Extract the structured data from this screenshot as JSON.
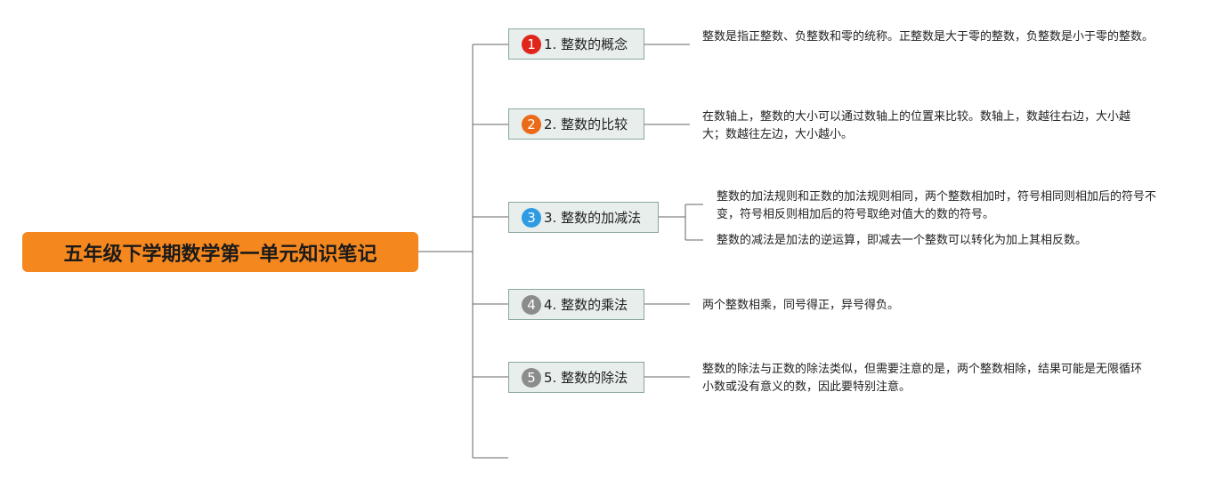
{
  "root": {
    "label": "五年级下学期数学第一单元知识笔记",
    "color": "#f5871f"
  },
  "topics": [
    {
      "number": "1",
      "label": "1. 整数的概念",
      "badge_color": "#e0261b",
      "notes": [
        "整数是指正整数、负整数和零的统称。正整数是大于零的整数，负整数是小于零的整数。"
      ]
    },
    {
      "number": "2",
      "label": "2. 整数的比较",
      "badge_color": "#ea6a17",
      "notes": [
        "在数轴上，整数的大小可以通过数轴上的位置来比较。数轴上，数越往右边，大小越大；数越往左边，大小越小。"
      ]
    },
    {
      "number": "3",
      "label": "3. 整数的加减法",
      "badge_color": "#2e9be3",
      "notes": [
        "整数的加法规则和正数的加法规则相同，两个整数相加时，符号相同则相加后的符号不变，符号相反则相加后的符号取绝对值大的数的符号。",
        "整数的减法是加法的逆运算，即减去一个整数可以转化为加上其相反数。"
      ]
    },
    {
      "number": "4",
      "label": "4. 整数的乘法",
      "badge_color": "#8c8c8c",
      "notes": [
        "两个整数相乘，同号得正，异号得负。"
      ]
    },
    {
      "number": "5",
      "label": "5. 整数的除法",
      "badge_color": "#8c8c8c",
      "notes": [
        "整数的除法与正数的除法类似，但需要注意的是，两个整数相除，结果可能是无限循环小数或没有意义的数，因此要特别注意。"
      ]
    }
  ]
}
